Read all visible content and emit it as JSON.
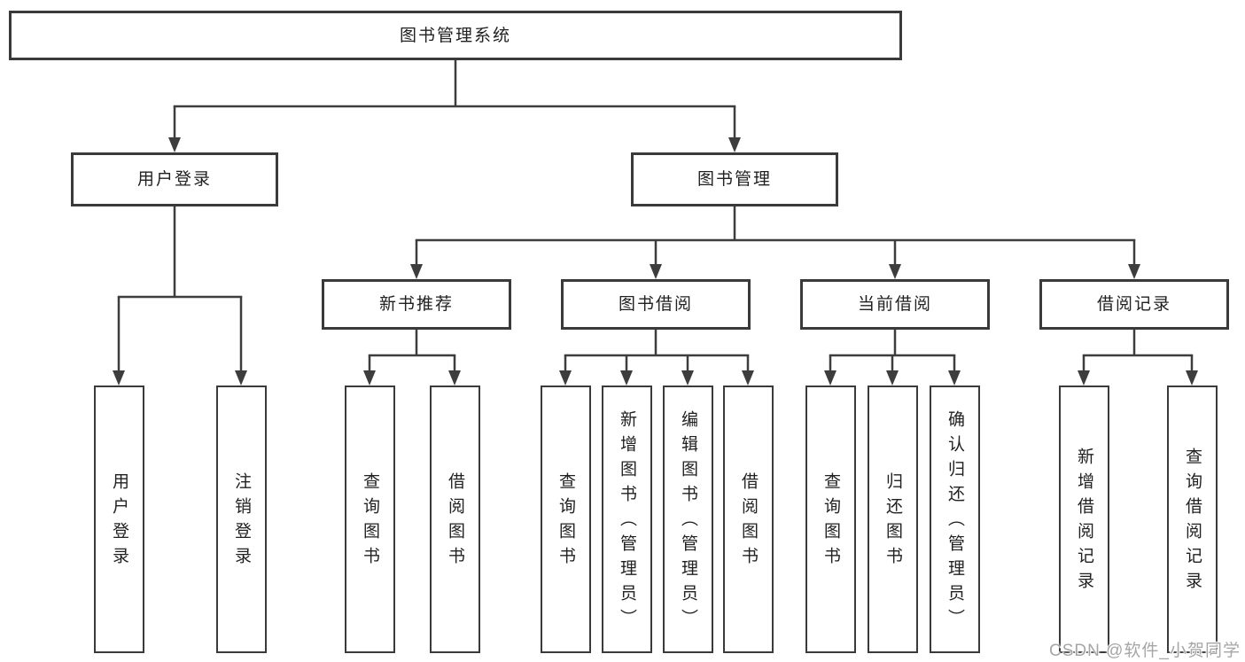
{
  "diagram": {
    "title": "图书管理系统",
    "root": "图书管理系统",
    "user_login": {
      "label": "用户登录",
      "children": [
        "用户登录",
        "注销登录"
      ]
    },
    "book_management": {
      "label": "图书管理",
      "children": [
        {
          "label": "新书推荐",
          "children": [
            "查询图书",
            "借阅图书"
          ]
        },
        {
          "label": "图书借阅",
          "children": [
            "查询图书",
            "新增图书（管理员）",
            "编辑图书（管理员）",
            "借阅图书"
          ]
        },
        {
          "label": "当前借阅",
          "children": [
            "查询图书",
            "归还图书",
            "确认归还（管理员）"
          ]
        },
        {
          "label": "借阅记录",
          "children": [
            "新增借阅记录",
            "查询借阅记录"
          ]
        }
      ]
    }
  },
  "watermark": "CSDN @软件_小贺同学",
  "colors": {
    "line": "#3d3d3d",
    "border": "#3a3a3a",
    "text": "#212121",
    "background": "#ffffff",
    "watermark": "#a6a6a6"
  }
}
